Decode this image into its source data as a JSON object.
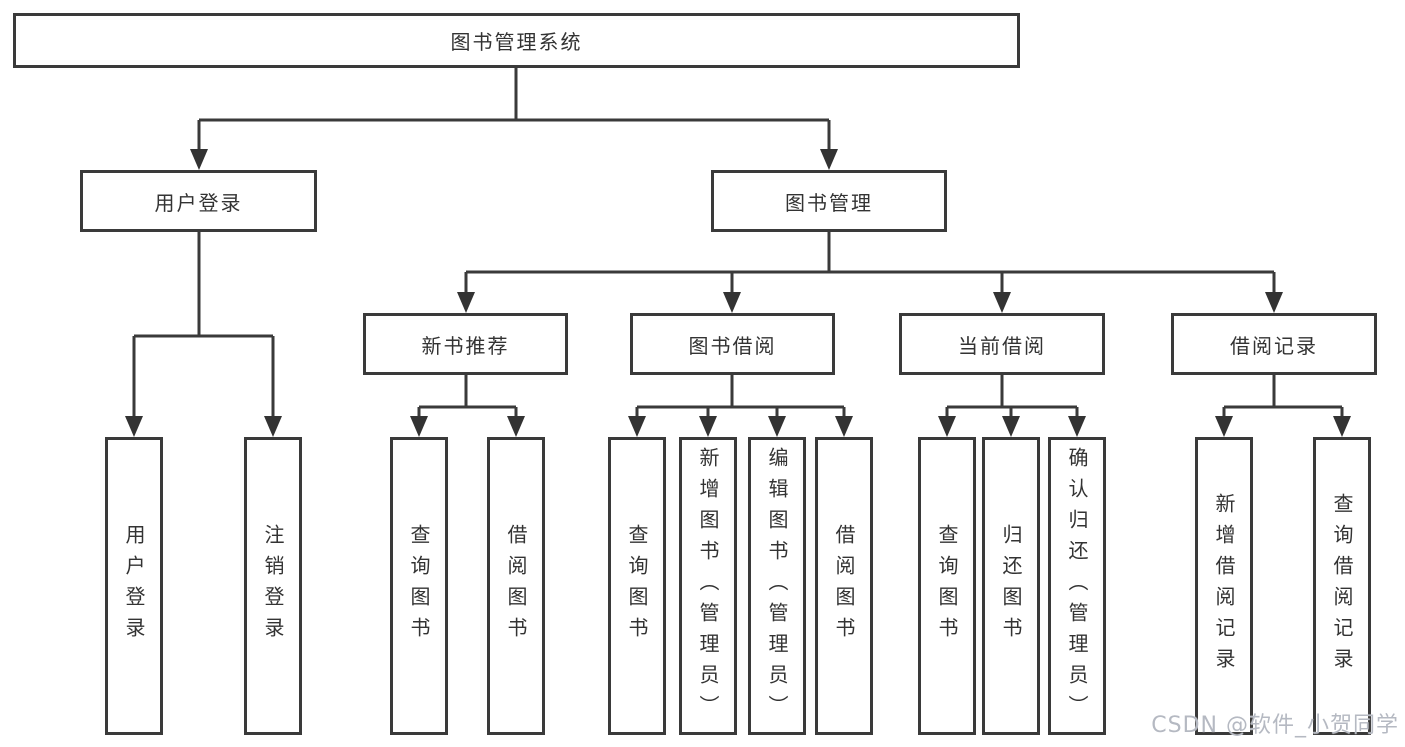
{
  "diagram": {
    "title": "图书管理系统",
    "branches": {
      "user_login": {
        "label": "用户登录",
        "children": [
          "用户登录",
          "注销登录"
        ]
      },
      "book_management": {
        "label": "图书管理",
        "sections": {
          "new_books": {
            "label": "新书推荐",
            "children": [
              "查询图书",
              "借阅图书"
            ]
          },
          "borrowing": {
            "label": "图书借阅",
            "children": [
              "查询图书",
              "新增图书（管理员）",
              "编辑图书（管理员）",
              "借阅图书"
            ]
          },
          "current": {
            "label": "当前借阅",
            "children": [
              "查询图书",
              "归还图书",
              "确认归还（管理员）"
            ]
          },
          "records": {
            "label": "借阅记录",
            "children": [
              "新增借阅记录",
              "查询借阅记录"
            ]
          }
        }
      }
    }
  },
  "watermark": {
    "text": "CSDN @软件_小贺同学"
  },
  "colors": {
    "line": "#3a3a3a",
    "text": "#333333",
    "background": "#ffffff",
    "watermark": "#b5b9c2"
  }
}
